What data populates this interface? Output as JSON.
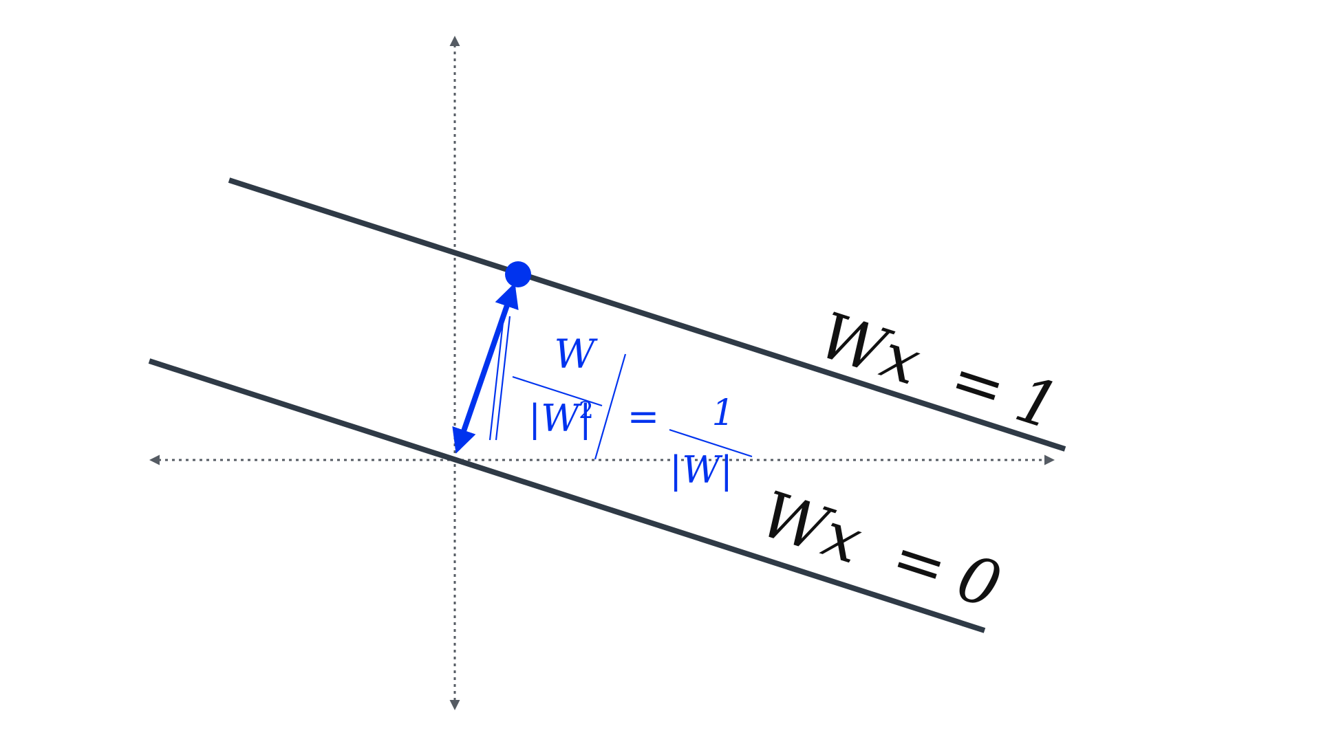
{
  "colors": {
    "background": "#ffffff",
    "hyperplane": "#2f3a46",
    "axis": "#555b63",
    "accent": "#0033ee",
    "label": "#111111"
  },
  "labels": {
    "line_one": {
      "lhs": "Wx",
      "eq": "=",
      "rhs": "1"
    },
    "line_zero": {
      "lhs": "Wx",
      "eq": "=",
      "rhs": "0"
    }
  },
  "formula": {
    "frac1_num": "W",
    "frac1_den_base": "|W|",
    "frac1_den_exp": "2",
    "eq": "=",
    "frac2_num": "1",
    "frac2_den": "|W|"
  }
}
